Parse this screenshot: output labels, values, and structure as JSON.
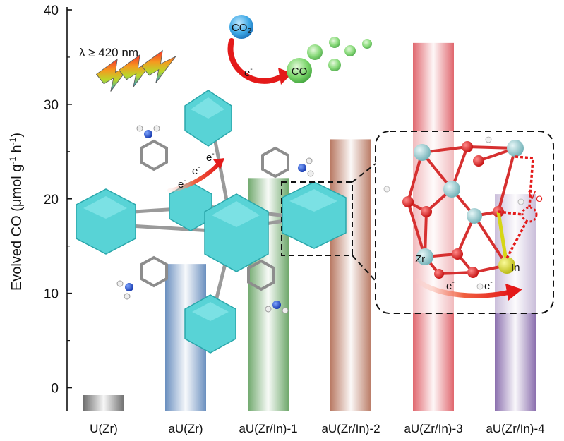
{
  "chart_data": {
    "type": "bar",
    "title": "",
    "ylabel_parts": [
      "Evolved CO (μmol g",
      "-1",
      " h",
      "-1",
      ")"
    ],
    "xlabel": "",
    "ylim": [
      -2.5,
      40
    ],
    "yticks": [
      0,
      10,
      20,
      30,
      40
    ],
    "grid": false,
    "categories": [
      "U(Zr)",
      "aU(Zr)",
      "aU(Zr/In)-1",
      "aU(Zr/In)-2",
      "aU(Zr/In)-3",
      "aU(Zr/In)-4"
    ],
    "values": [
      0,
      13.1,
      22.2,
      26.3,
      36.5,
      20.5
    ],
    "bar_colors": [
      "#6e6e6e",
      "#6a8fbf",
      "#6fa86c",
      "#b97a64",
      "#e0676e",
      "#8b6fae"
    ]
  },
  "scheme": {
    "light": "λ ≥ 420 nm",
    "co2_main": "CO",
    "co2_sub": "2",
    "electron": "e",
    "electron_sup": "-",
    "co": "CO",
    "zr": "Zr",
    "in": "In",
    "vacancy_main": "V",
    "vacancy_sub": "O"
  },
  "colors": {
    "cluster": "#58d3d6",
    "zr_atom": "#9fcfd3",
    "o_atom": "#e11a1a",
    "in_atom": "#d6d616",
    "arrow": "#e41a1a",
    "vacancy": "#e41a1a"
  }
}
